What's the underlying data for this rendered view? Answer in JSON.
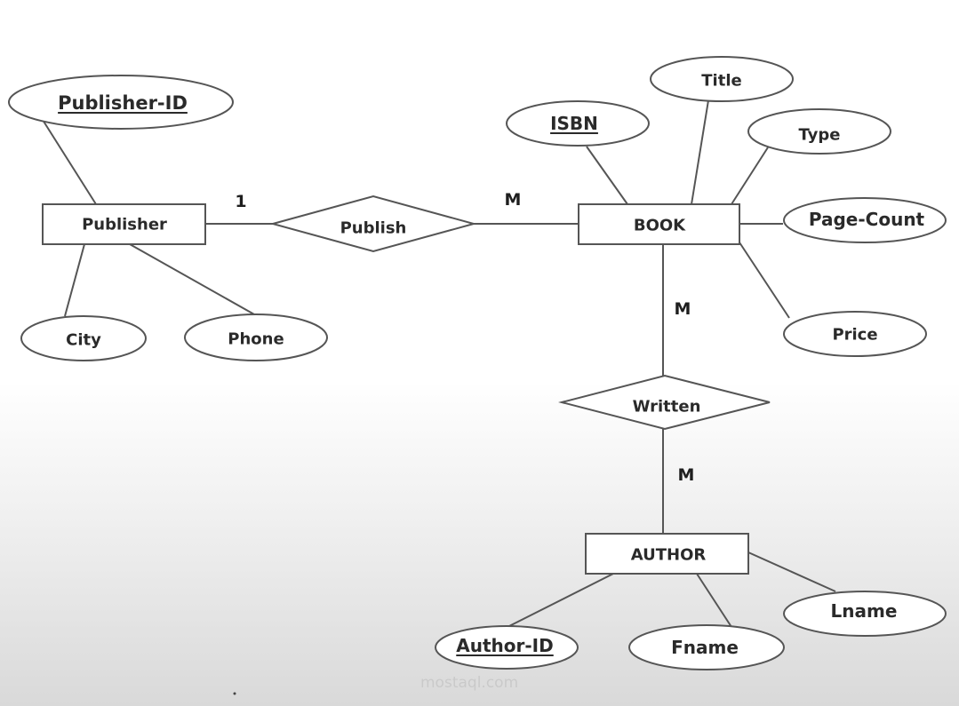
{
  "diagram": {
    "type": "er-diagram",
    "entities": [
      {
        "id": "publisher",
        "label": "Publisher"
      },
      {
        "id": "book",
        "label": "BOOK"
      },
      {
        "id": "author",
        "label": "AUTHOR"
      }
    ],
    "relationships": [
      {
        "id": "publish",
        "label": "Publish",
        "from": "publisher",
        "to": "book",
        "from_cardinality": "1",
        "to_cardinality": "M"
      },
      {
        "id": "written",
        "label": "Written",
        "from": "book",
        "to": "author",
        "from_cardinality": "M",
        "to_cardinality": "M"
      }
    ],
    "attributes": [
      {
        "id": "publisher-id",
        "label": "Publisher-ID",
        "entity": "publisher",
        "key": true
      },
      {
        "id": "city",
        "label": "City",
        "entity": "publisher",
        "key": false
      },
      {
        "id": "phone",
        "label": "Phone",
        "entity": "publisher",
        "key": false
      },
      {
        "id": "isbn",
        "label": "ISBN",
        "entity": "book",
        "key": true
      },
      {
        "id": "title",
        "label": "Title",
        "entity": "book",
        "key": false
      },
      {
        "id": "type",
        "label": "Type",
        "entity": "book",
        "key": false
      },
      {
        "id": "page-count",
        "label": "Page-Count",
        "entity": "book",
        "key": false
      },
      {
        "id": "price",
        "label": "Price",
        "entity": "book",
        "key": false
      },
      {
        "id": "author-id",
        "label": "Author-ID",
        "entity": "author",
        "key": true
      },
      {
        "id": "fname",
        "label": "Fname",
        "entity": "author",
        "key": false
      },
      {
        "id": "lname",
        "label": "Lname",
        "entity": "author",
        "key": false
      }
    ],
    "watermark": "mostaql.com",
    "colors": {
      "stroke": "#555555",
      "text": "#2a2a2a",
      "fill": "#ffffff"
    }
  }
}
